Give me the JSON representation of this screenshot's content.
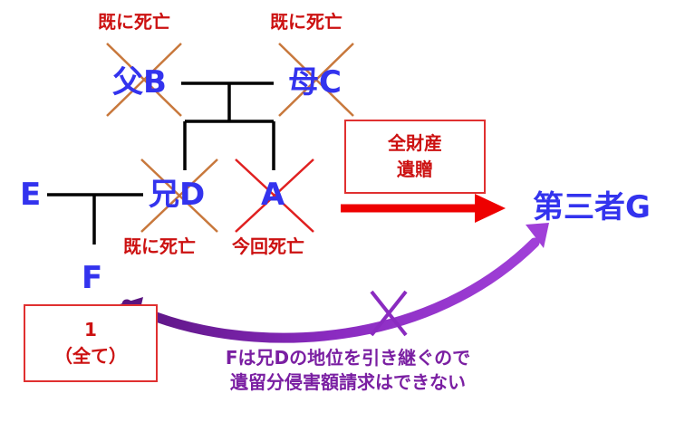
{
  "persons": {
    "father": "父B",
    "mother": "母C",
    "brother": "兄D",
    "decedent": "A",
    "e": "E",
    "f": "F",
    "third_party": "第三者G"
  },
  "statuses": {
    "father": "既に死亡",
    "mother": "既に死亡",
    "brother": "既に死亡",
    "decedent": "今回死亡"
  },
  "bequest_box": {
    "line1": "全財産",
    "line2": "遺贈"
  },
  "share_box": {
    "line1": "1",
    "line2": "（全て）"
  },
  "note": {
    "line1": "Fは兄Dの地位を引き継ぐので",
    "line2": "遺留分侵害額請求はできない"
  },
  "colors": {
    "person": "#3333ee",
    "status_red": "#cc1111",
    "cross_brown": "#c8783c",
    "cross_red": "#e02020",
    "arrow_red": "#ee0000",
    "arrow_purple": "#8a2bc0",
    "note_purple": "#7a1fa2"
  }
}
